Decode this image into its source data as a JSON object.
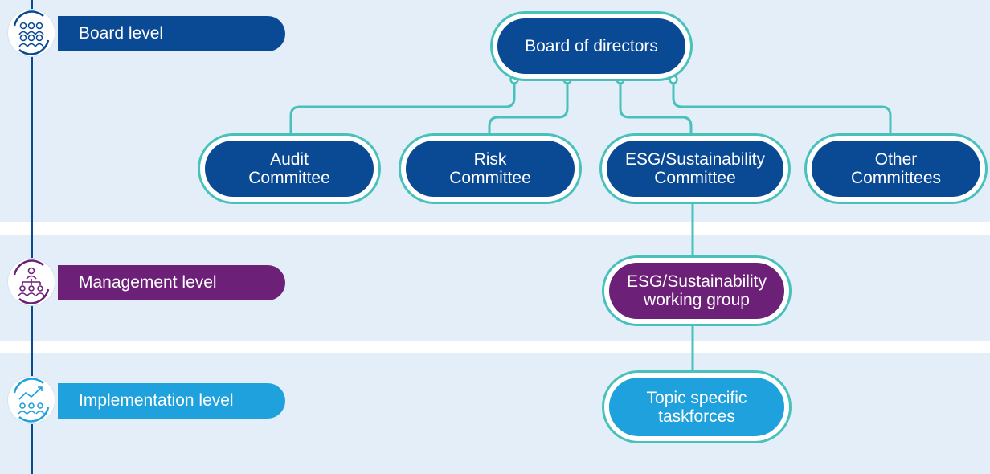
{
  "levels": [
    {
      "label": "Board level",
      "color": "#0a4a94",
      "icon": "board-members-icon"
    },
    {
      "label": "Management level",
      "color": "#6d2077",
      "icon": "management-hierarchy-icon"
    },
    {
      "label": "Implementation level",
      "color": "#1ea1dc",
      "icon": "team-growth-icon"
    }
  ],
  "nodes": {
    "board": "Board of directors",
    "audit": "Audit\nCommittee",
    "risk": "Risk\nCommittee",
    "esg_committee": "ESG/Sustainability\nCommittee",
    "other": "Other\nCommittees",
    "working_group": "ESG/Sustainability\nworking group",
    "taskforces": "Topic specific\ntaskforces"
  },
  "colors": {
    "navy": "#0a4a94",
    "purple": "#6d2077",
    "cyan": "#1ea1dc",
    "teal_outline": "#48c1bb",
    "band": "#e3eef9"
  }
}
